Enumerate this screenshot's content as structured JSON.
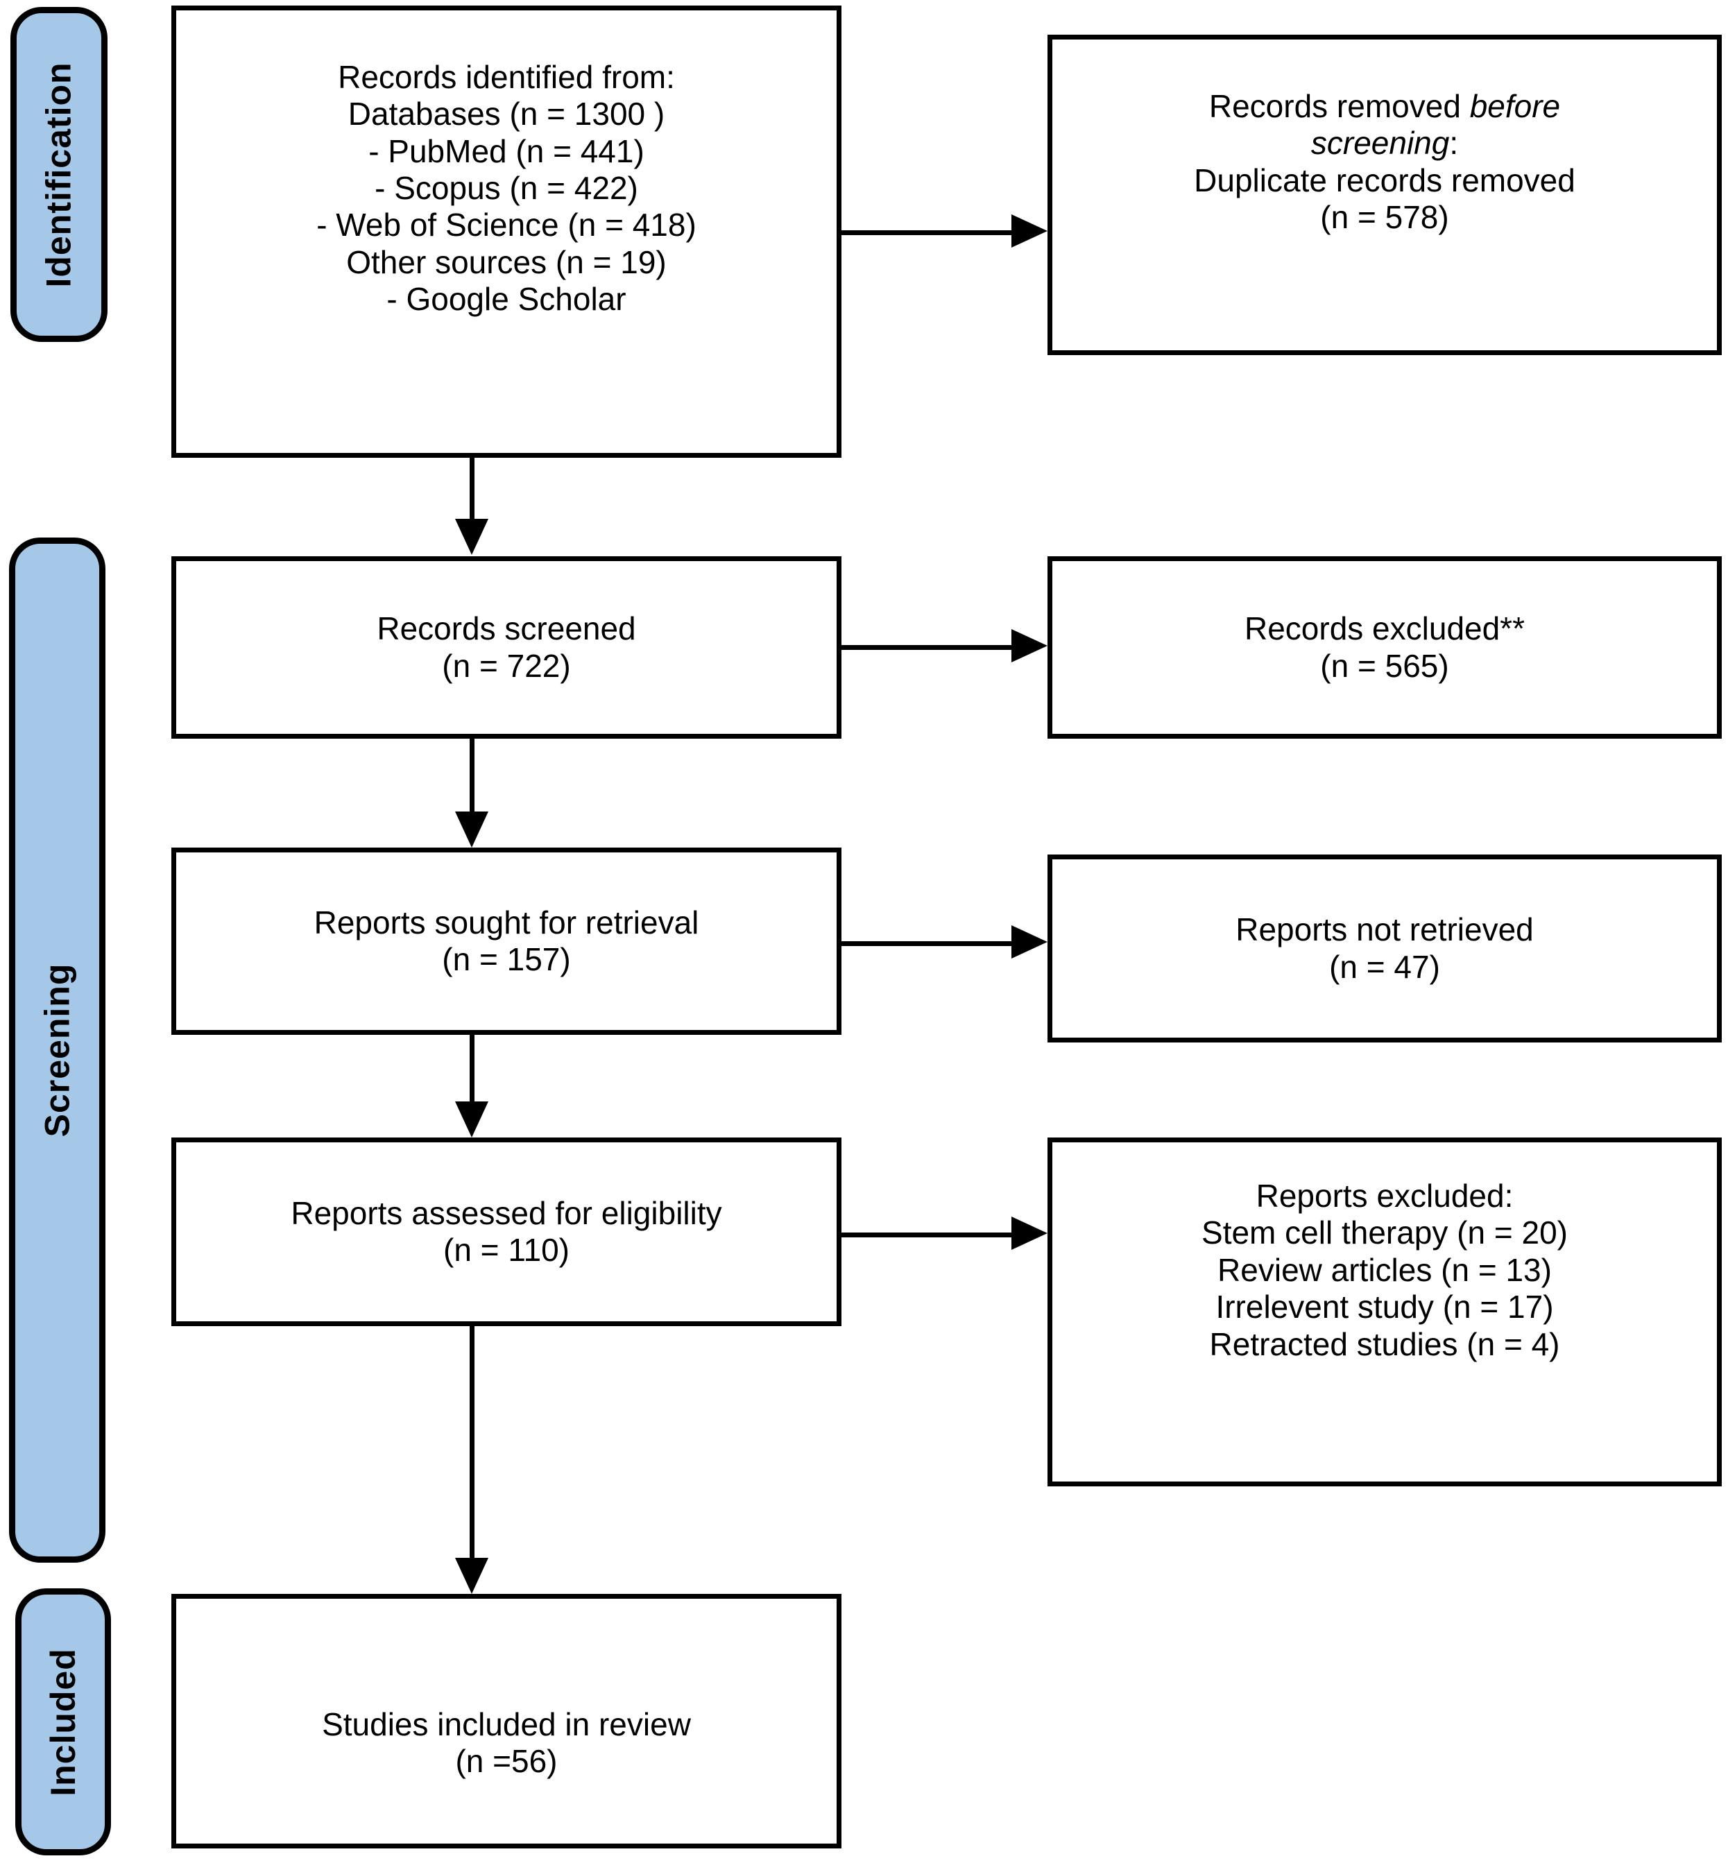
{
  "colors": {
    "stage_fill": "#A6C8E8",
    "line": "#000000",
    "box_fill": "#FFFFFF"
  },
  "sidebar": {
    "identification": "Identification",
    "screening": "Screening",
    "included": "Included"
  },
  "boxes": {
    "records_identified": {
      "lines": [
        "Records identified from:",
        "Databases (n = 1300 )",
        "- PubMed (n = 441)",
        "- Scopus (n = 422)",
        "- Web of Science (n = 418)",
        "Other sources (n = 19)",
        "- Google Scholar"
      ]
    },
    "records_removed": {
      "prefix": "Records removed ",
      "italic": "before screening",
      "suffix": ":",
      "lines": [
        "Duplicate records removed",
        "(n = 578)"
      ]
    },
    "records_screened": {
      "lines": [
        "Records screened",
        "(n = 722)"
      ]
    },
    "records_excluded": {
      "lines": [
        "Records excluded**",
        "(n = 565)"
      ]
    },
    "reports_sought": {
      "lines": [
        "Reports sought for retrieval",
        "(n = 157)"
      ]
    },
    "reports_not_retrieved": {
      "lines": [
        "Reports not retrieved",
        "(n = 47)"
      ]
    },
    "reports_assessed": {
      "lines": [
        "Reports assessed for eligibility",
        "(n = 110)"
      ]
    },
    "reports_excluded": {
      "lines": [
        "Reports excluded:",
        "Stem cell therapy (n = 20)",
        "Review articles (n = 13)",
        "Irrelevent study (n = 17)",
        "Retracted studies (n = 4)"
      ]
    },
    "studies_included": {
      "lines": [
        "Studies included in review",
        "(n =56)"
      ]
    }
  }
}
